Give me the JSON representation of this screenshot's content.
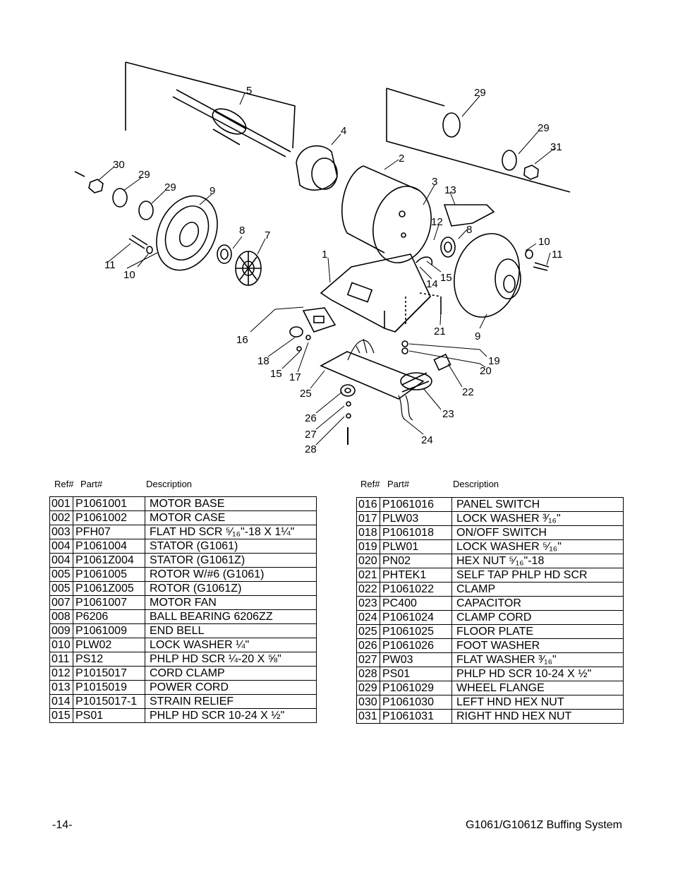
{
  "diagram": {
    "callouts": [
      "5",
      "4",
      "2",
      "3",
      "13",
      "12",
      "8",
      "15",
      "14",
      "1",
      "29",
      "29",
      "31",
      "30",
      "29",
      "29",
      "9",
      "8",
      "7",
      "11",
      "10",
      "10",
      "11",
      "9",
      "21",
      "16",
      "18",
      "15",
      "17",
      "19",
      "20",
      "22",
      "25",
      "23",
      "26",
      "27",
      "28",
      "24"
    ]
  },
  "tables": {
    "headers": {
      "ref": "Ref#",
      "part": "Part#",
      "desc": "Description"
    },
    "left": [
      {
        "ref": "001",
        "part": "P1061001",
        "desc": "MOTOR BASE"
      },
      {
        "ref": "002",
        "part": "P1061002",
        "desc": "MOTOR CASE"
      },
      {
        "ref": "003",
        "part": "PFH07",
        "desc": "FLAT HD SCR ⁵⁄₁₆\"-18 X 1¼\""
      },
      {
        "ref": "004",
        "part": "P1061004",
        "desc": "STATOR (G1061)"
      },
      {
        "ref": "004",
        "part": "P1061Z004",
        "desc": "STATOR (G1061Z)"
      },
      {
        "ref": "005",
        "part": "P1061005",
        "desc": "ROTOR W/#6 (G1061)"
      },
      {
        "ref": "005",
        "part": "P1061Z005",
        "desc": "ROTOR (G1061Z)"
      },
      {
        "ref": "007",
        "part": "P1061007",
        "desc": "MOTOR FAN"
      },
      {
        "ref": "008",
        "part": "P6206",
        "desc": "BALL BEARING 6206ZZ"
      },
      {
        "ref": "009",
        "part": "P1061009",
        "desc": "END BELL"
      },
      {
        "ref": "010",
        "part": "PLW02",
        "desc": "LOCK WASHER ¼\""
      },
      {
        "ref": "011",
        "part": "PS12",
        "desc": "PHLP HD SCR ¼-20 X ⅝\""
      },
      {
        "ref": "012",
        "part": "P1015017",
        "desc": "CORD CLAMP"
      },
      {
        "ref": "013",
        "part": "P1015019",
        "desc": "POWER CORD"
      },
      {
        "ref": "014",
        "part": "P1015017-1",
        "desc": "STRAIN RELIEF"
      },
      {
        "ref": "015",
        "part": "PS01",
        "desc": "PHLP HD SCR 10-24 X ½\""
      }
    ],
    "right": [
      {
        "ref": "016",
        "part": "P1061016",
        "desc": "PANEL SWITCH"
      },
      {
        "ref": "017",
        "part": "PLW03",
        "desc": "LOCK WASHER ³⁄₁₆\""
      },
      {
        "ref": "018",
        "part": "P1061018",
        "desc": "ON/OFF SWITCH"
      },
      {
        "ref": "019",
        "part": "PLW01",
        "desc": "LOCK WASHER ⁵⁄₁₆\""
      },
      {
        "ref": "020",
        "part": "PN02",
        "desc": "HEX NUT ⁵⁄₁₆\"-18"
      },
      {
        "ref": "021",
        "part": "PHTEK1",
        "desc": "SELF TAP PHLP HD SCR"
      },
      {
        "ref": "022",
        "part": "P1061022",
        "desc": "CLAMP"
      },
      {
        "ref": "023",
        "part": "PC400",
        "desc": "CAPACITOR"
      },
      {
        "ref": "024",
        "part": "P1061024",
        "desc": "CLAMP CORD"
      },
      {
        "ref": "025",
        "part": "P1061025",
        "desc": "FLOOR PLATE"
      },
      {
        "ref": "026",
        "part": "P1061026",
        "desc": "FOOT WASHER"
      },
      {
        "ref": "027",
        "part": "PW03",
        "desc": "FLAT WASHER ³⁄₁₆\""
      },
      {
        "ref": "028",
        "part": "PS01",
        "desc": "PHLP HD SCR 10-24 X ½\""
      },
      {
        "ref": "029",
        "part": "P1061029",
        "desc": "WHEEL FLANGE"
      },
      {
        "ref": "030",
        "part": "P1061030",
        "desc": "LEFT HND HEX NUT"
      },
      {
        "ref": "031",
        "part": "P1061031",
        "desc": "RIGHT HND HEX NUT"
      }
    ]
  },
  "footer": {
    "page_number": "-14-",
    "title": "G1061/G1061Z Buffing System"
  }
}
